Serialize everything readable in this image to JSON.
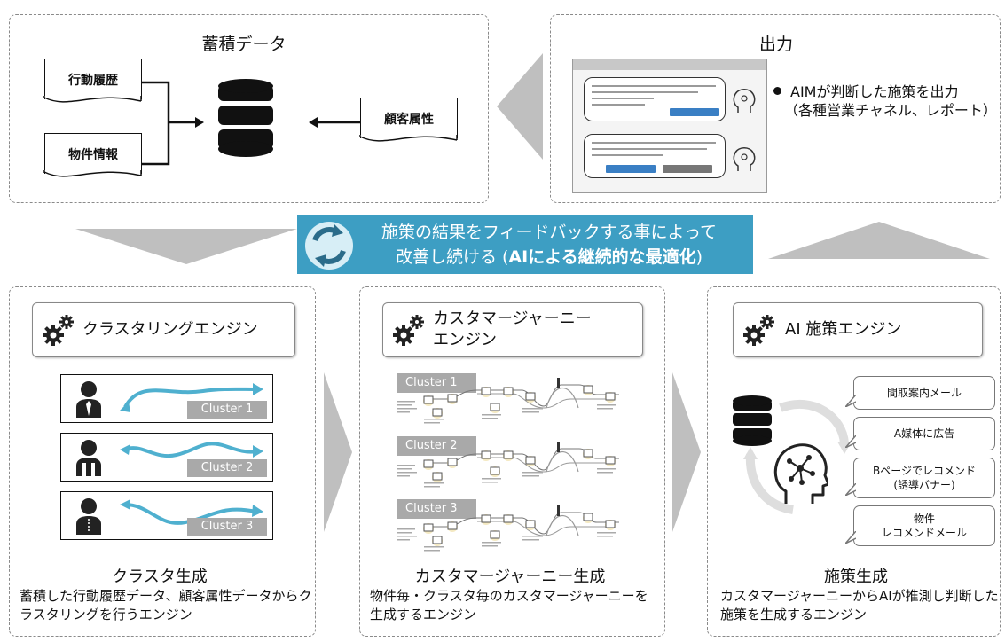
{
  "storage": {
    "title": "蓄積データ",
    "docs": [
      "行動履歴",
      "物件情報"
    ],
    "customer_attr": "顧客属性"
  },
  "output": {
    "title": "出力",
    "bullet": "AIMが判断した施策を出力",
    "sub": "（各種営業チャネル、レポート）"
  },
  "feedback": {
    "line1": "施策の結果をフィードバックする事によって",
    "line2_prefix": "改善し続ける (",
    "line2_bold": "AIによる継続的な最適化",
    "line2_suffix": ")"
  },
  "engines": [
    {
      "label": "クラスタリングエンジン",
      "result_title": "クラスタ生成",
      "desc": "蓄積した行動履歴データ、顧客属性データからクラスタリングを行うエンジン",
      "clusters": [
        "Cluster 1",
        "Cluster 2",
        "Cluster 3"
      ]
    },
    {
      "label": "カスタマージャーニー\nエンジン",
      "result_title": "カスタマージャーニー生成",
      "desc": "物件毎・クラスタ毎のカスタマージャーニーを生成するエンジン",
      "clusters": [
        "Cluster 1",
        "Cluster 2",
        "Cluster 3"
      ]
    },
    {
      "label": "AI 施策エンジン",
      "result_title": "施策生成",
      "desc": "カスタマージャーニーからAIが推測し判断した施策を生成するエンジン",
      "measures": [
        "間取案内メール",
        "A媒体に広告",
        "Bページでレコメンド\n(誘導バナー)",
        "物件\nレコメンドメール"
      ]
    }
  ],
  "colors": {
    "accent": "#3d9ec3",
    "arrow_gray": "#bfbfbf",
    "curve_blue": "#4fb0cf",
    "tag_gray": "#a9a9a9"
  }
}
